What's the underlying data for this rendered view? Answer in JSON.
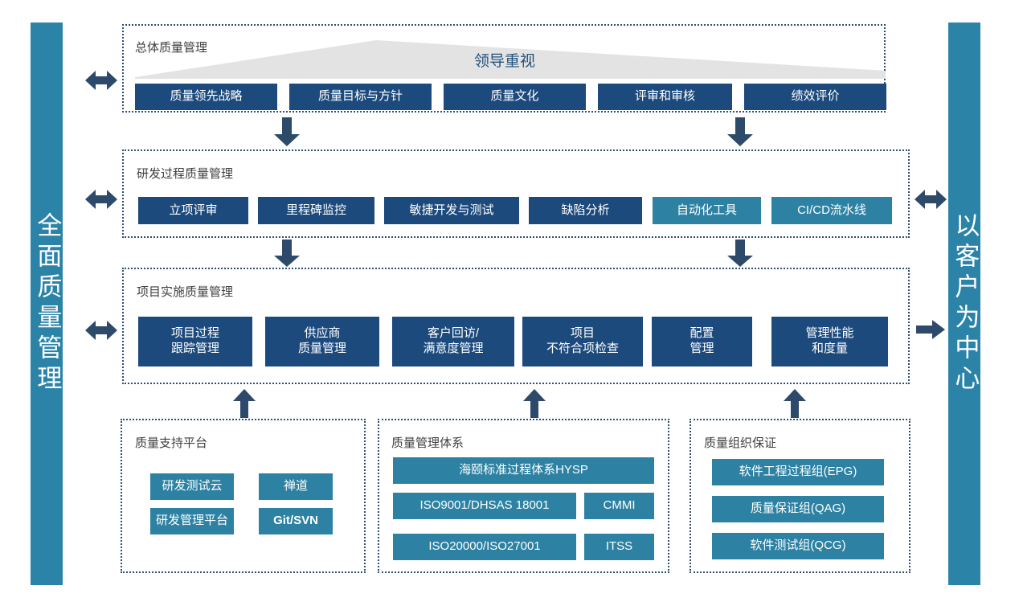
{
  "diagram": {
    "left_bar": {
      "label": "全面质量管理"
    },
    "right_bar": {
      "label": "以客户为中心"
    },
    "leadership": {
      "label": "领导重视"
    },
    "colors": {
      "navy": "#1c4a7d",
      "teal": "#2d82a3",
      "bar_teal": "#2c83a8",
      "arrow": "#2e4a6b",
      "dotted_border": "#2d4f73",
      "triangle_gray": "#e2e2e2",
      "title_text": "#3f3f3f",
      "leadership_text": "#23527c"
    },
    "sections": [
      {
        "id": "overall-quality-management",
        "title": "总体质量管理",
        "chips": [
          {
            "label": "质量领先战略",
            "style": "navy"
          },
          {
            "label": "质量目标与方针",
            "style": "navy"
          },
          {
            "label": "质量文化",
            "style": "navy"
          },
          {
            "label": "评审和审核",
            "style": "navy"
          },
          {
            "label": "绩效评价",
            "style": "navy"
          }
        ]
      },
      {
        "id": "rnd-process-quality-management",
        "title": "研发过程质量管理",
        "chips": [
          {
            "label": "立项评审",
            "style": "navy"
          },
          {
            "label": "里程碑监控",
            "style": "navy"
          },
          {
            "label": "敏捷开发与测试",
            "style": "navy"
          },
          {
            "label": "缺陷分析",
            "style": "navy"
          },
          {
            "label": "自动化工具",
            "style": "teal"
          },
          {
            "label": "CI/CD流水线",
            "style": "teal"
          }
        ]
      },
      {
        "id": "project-implementation-quality-management",
        "title": "项目实施质量管理",
        "chips": [
          {
            "label": "项目过程\n跟踪管理",
            "style": "navy"
          },
          {
            "label": "供应商\n质量管理",
            "style": "navy"
          },
          {
            "label": "客户回访/\n满意度管理",
            "style": "navy"
          },
          {
            "label": "项目\n不符合项检查",
            "style": "navy"
          },
          {
            "label": "配置\n管理",
            "style": "navy"
          },
          {
            "label": "管理性能\n和度量",
            "style": "navy"
          }
        ]
      },
      {
        "id": "quality-support-platform",
        "title": "质量支持平台",
        "chips": [
          {
            "label": "研发测试云",
            "style": "teal"
          },
          {
            "label": "禅道",
            "style": "teal"
          },
          {
            "label": "研发管理平台",
            "style": "teal"
          },
          {
            "label": "Git/SVN",
            "style": "teal",
            "bold": true
          }
        ]
      },
      {
        "id": "quality-management-system",
        "title": "质量管理体系",
        "chips": [
          {
            "label": "海颐标准过程体系HYSP",
            "style": "teal"
          },
          {
            "label": "ISO9001/DHSAS 18001",
            "style": "teal"
          },
          {
            "label": "CMMI",
            "style": "teal"
          },
          {
            "label": "ISO20000/ISO27001",
            "style": "teal"
          },
          {
            "label": "ITSS",
            "style": "teal"
          }
        ]
      },
      {
        "id": "quality-organization-assurance",
        "title": "质量组织保证",
        "chips": [
          {
            "label": "软件工程过程组(EPG)",
            "style": "teal"
          },
          {
            "label": "质量保证组(QAG)",
            "style": "teal"
          },
          {
            "label": "软件测试组(QCG)",
            "style": "teal"
          }
        ]
      }
    ],
    "arrows": [
      {
        "name": "double-arrow-left-overall",
        "direction": "double-horizontal"
      },
      {
        "name": "double-arrow-left-rnd",
        "direction": "double-horizontal"
      },
      {
        "name": "double-arrow-left-project",
        "direction": "double-horizontal"
      },
      {
        "name": "double-arrow-right-rnd",
        "direction": "double-horizontal"
      },
      {
        "name": "arrow-right-project",
        "direction": "right"
      },
      {
        "name": "arrow-down-overall-to-rnd-left",
        "direction": "down"
      },
      {
        "name": "arrow-down-overall-to-rnd-right",
        "direction": "down"
      },
      {
        "name": "arrow-down-rnd-to-project-left",
        "direction": "down"
      },
      {
        "name": "arrow-down-rnd-to-project-right",
        "direction": "down"
      },
      {
        "name": "arrow-up-support-platform",
        "direction": "up"
      },
      {
        "name": "arrow-up-management-system",
        "direction": "up"
      },
      {
        "name": "arrow-up-organization-assurance",
        "direction": "up"
      }
    ]
  }
}
